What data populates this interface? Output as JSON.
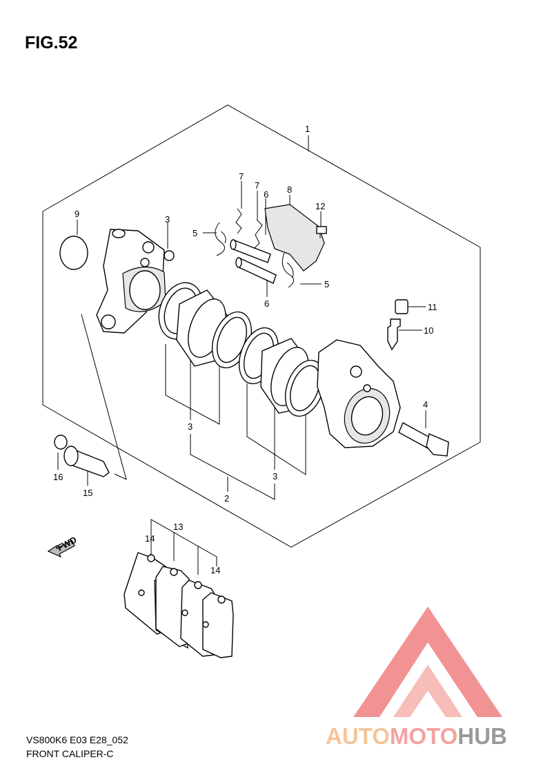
{
  "figure": {
    "title": "FIG.52",
    "caption_code": "VS800K6 E03 E28_052",
    "caption_name": "FRONT CALIPER-C"
  },
  "callouts": {
    "c1": "1",
    "c2": "2",
    "c3a": "3",
    "c3b": "3",
    "c3c": "3",
    "c4": "4",
    "c5a": "5",
    "c5b": "5",
    "c6a": "6",
    "c6b": "6",
    "c7a": "7",
    "c7b": "7",
    "c8": "8",
    "c9": "9",
    "c10": "10",
    "c11": "11",
    "c12": "12",
    "c13": "13",
    "c14a": "14",
    "c14b": "14",
    "c15": "15",
    "c16": "16"
  },
  "fwd_label": "FWD",
  "watermark": {
    "part1": "AUTO",
    "part2": "MOTO",
    "part3": "HUB",
    "colors": {
      "auto": "#f6c49a",
      "moto": "#f3a3a0",
      "hub": "#9a9a9a",
      "triangle": "#f08080"
    }
  }
}
